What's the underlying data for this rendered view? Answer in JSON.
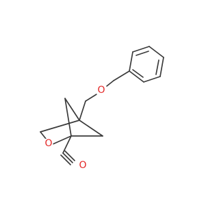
{
  "molecule": {
    "atoms": {
      "ether_oxygen": "O",
      "ring_oxygen": "O",
      "aldehyde_oxygen": "O"
    },
    "colors": {
      "bond": "#3a3a3a",
      "oxygen": "#e32626",
      "background": "#ffffff"
    }
  }
}
